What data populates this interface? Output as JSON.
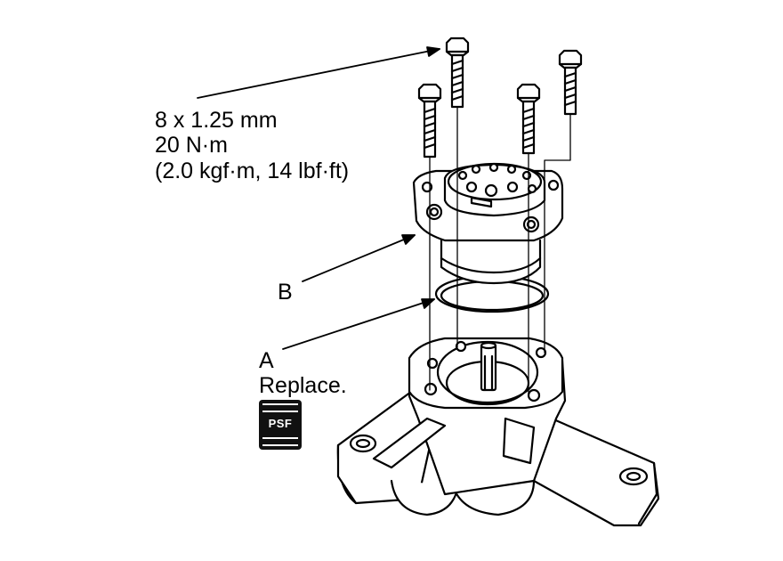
{
  "spec": {
    "thread": "8 x 1.25 mm",
    "torque": "20 N·m",
    "torque_alt": "(2.0 kgf·m, 14 lbf·ft)"
  },
  "labels": {
    "b": "B",
    "a": "A",
    "a_note": "Replace."
  },
  "badge": {
    "text": "PSF"
  }
}
